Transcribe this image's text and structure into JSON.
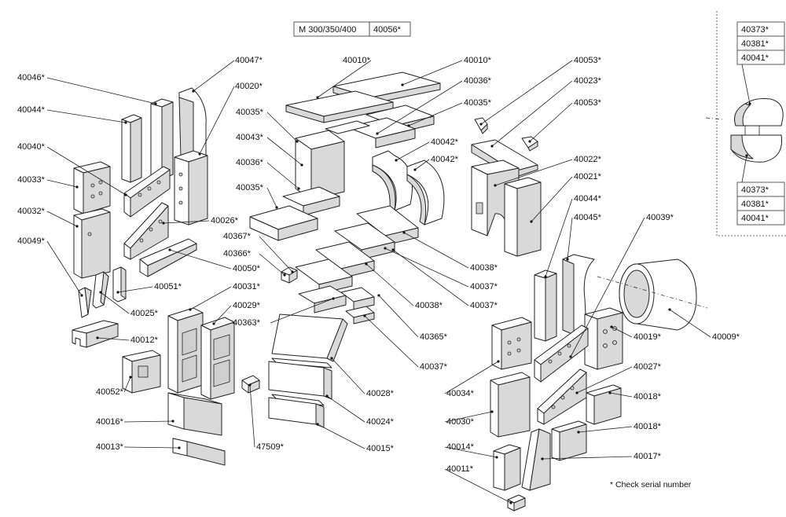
{
  "model_table": {
    "model": "M 300/350/400",
    "part": "40056*"
  },
  "note": "* Check serial number",
  "callout_box_top": [
    "40373*",
    "40381*",
    "40041*"
  ],
  "callout_box_bottom": [
    "40373*",
    "40381*",
    "40041*"
  ],
  "parts": [
    {
      "id": "p40046",
      "label": "40046*"
    },
    {
      "id": "p40047",
      "label": "40047*"
    },
    {
      "id": "p40020",
      "label": "40020*"
    },
    {
      "id": "p40044a",
      "label": "40044*"
    },
    {
      "id": "p40040",
      "label": "40040*"
    },
    {
      "id": "p40033",
      "label": "40033*"
    },
    {
      "id": "p40032",
      "label": "40032*"
    },
    {
      "id": "p40026",
      "label": "40026*"
    },
    {
      "id": "p40049",
      "label": "40049*"
    },
    {
      "id": "p40050",
      "label": "40050*"
    },
    {
      "id": "p40051",
      "label": "40051*"
    },
    {
      "id": "p40025",
      "label": "40025*"
    },
    {
      "id": "p40012",
      "label": "40012*"
    },
    {
      "id": "p40052",
      "label": "40052*"
    },
    {
      "id": "p40016",
      "label": "40016*"
    },
    {
      "id": "p40013",
      "label": "40013*"
    },
    {
      "id": "p40031",
      "label": "40031*"
    },
    {
      "id": "p40029",
      "label": "40029*"
    },
    {
      "id": "p40363",
      "label": "40363*"
    },
    {
      "id": "p47509",
      "label": "47509*"
    },
    {
      "id": "p40010a",
      "label": "40010*"
    },
    {
      "id": "p40010b",
      "label": "40010*"
    },
    {
      "id": "p40036a",
      "label": "40036*"
    },
    {
      "id": "p40035a",
      "label": "40035*"
    },
    {
      "id": "p40035b",
      "label": "40035*"
    },
    {
      "id": "p40043",
      "label": "40043*"
    },
    {
      "id": "p40036b",
      "label": "40036*"
    },
    {
      "id": "p40035c",
      "label": "40035*"
    },
    {
      "id": "p40367",
      "label": "40367*"
    },
    {
      "id": "p40366",
      "label": "40366*"
    },
    {
      "id": "p40042a",
      "label": "40042*"
    },
    {
      "id": "p40042b",
      "label": "40042*"
    },
    {
      "id": "p40038a",
      "label": "40038*"
    },
    {
      "id": "p40037a",
      "label": "40037*"
    },
    {
      "id": "p40038b",
      "label": "40038*"
    },
    {
      "id": "p40037b",
      "label": "40037*"
    },
    {
      "id": "p40365",
      "label": "40365*"
    },
    {
      "id": "p40037c",
      "label": "40037*"
    },
    {
      "id": "p40028",
      "label": "40028*"
    },
    {
      "id": "p40024",
      "label": "40024*"
    },
    {
      "id": "p40015",
      "label": "40015*"
    },
    {
      "id": "p40053a",
      "label": "40053*"
    },
    {
      "id": "p40023",
      "label": "40023*"
    },
    {
      "id": "p40053b",
      "label": "40053*"
    },
    {
      "id": "p40022",
      "label": "40022*"
    },
    {
      "id": "p40021",
      "label": "40021*"
    },
    {
      "id": "p40044b",
      "label": "40044*"
    },
    {
      "id": "p40045",
      "label": "40045*"
    },
    {
      "id": "p40039",
      "label": "40039*"
    },
    {
      "id": "p40019",
      "label": "40019*"
    },
    {
      "id": "p40009",
      "label": "40009*"
    },
    {
      "id": "p40027",
      "label": "40027*"
    },
    {
      "id": "p40034",
      "label": "40034*"
    },
    {
      "id": "p40018a",
      "label": "40018*"
    },
    {
      "id": "p40030",
      "label": "40030*"
    },
    {
      "id": "p40018b",
      "label": "40018*"
    },
    {
      "id": "p40014",
      "label": "40014*"
    },
    {
      "id": "p40017",
      "label": "40017*"
    },
    {
      "id": "p40011",
      "label": "40011*"
    }
  ]
}
